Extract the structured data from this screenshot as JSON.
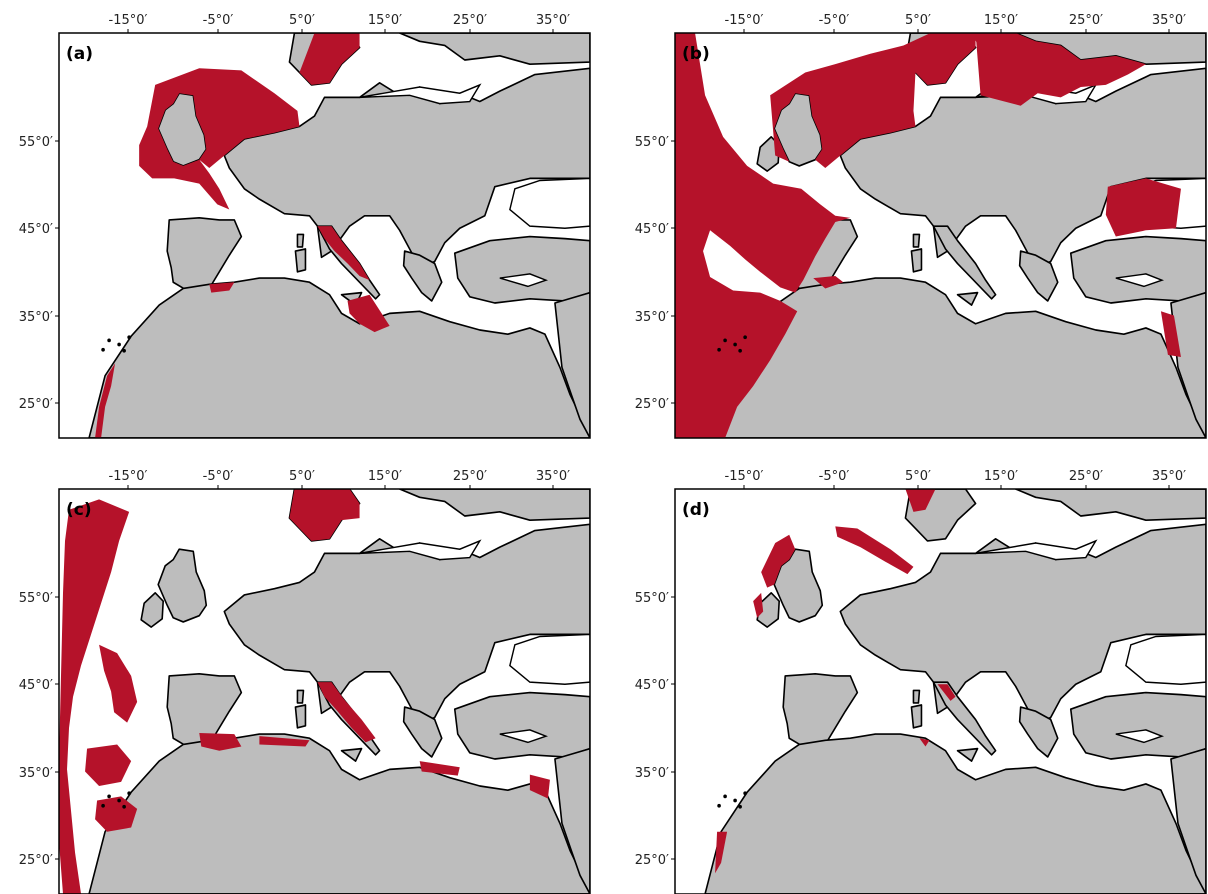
{
  "x_ticks": [
    "-15°0′",
    "-5°0′",
    "5°0′",
    "15°0′",
    "25°0′",
    "35°0′"
  ],
  "y_ticks": [
    "55°0′",
    "45°0′",
    "35°0′",
    "25°0′"
  ],
  "panels": [
    {
      "id": "a",
      "label": "(a)"
    },
    {
      "id": "b",
      "label": "(b)"
    },
    {
      "id": "c",
      "label": "(c)"
    },
    {
      "id": "d",
      "label": "(d)"
    }
  ],
  "colors": {
    "land": "#bdbdbd",
    "sea": "#ffffff",
    "highlight": "#b5122a",
    "coast": "#000000"
  }
}
